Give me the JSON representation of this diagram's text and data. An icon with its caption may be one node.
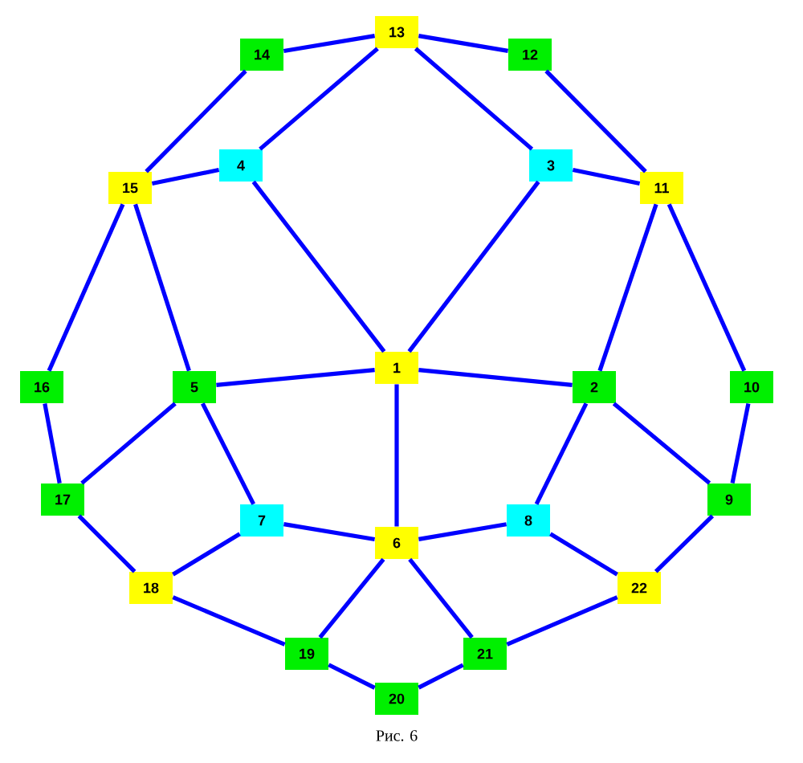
{
  "diagram": {
    "caption": "Рис. 6",
    "nodes": [
      {
        "text": [
          "13"
        ]
      },
      {
        "text": [
          "14"
        ]
      },
      {
        "text": [
          "12"
        ]
      },
      {
        "text": [
          "4"
        ]
      },
      {
        "text": [
          "3"
        ]
      },
      {
        "text": [
          "15"
        ]
      },
      {
        "text": [
          "11"
        ]
      },
      {
        "text": [
          "16"
        ]
      },
      {
        "text": [
          "5"
        ]
      },
      {
        "text": [
          "1"
        ]
      },
      {
        "text": [
          "2"
        ]
      },
      {
        "text": [
          "10"
        ]
      },
      {
        "text": [
          "17"
        ]
      },
      {
        "text": [
          "7"
        ]
      },
      {
        "text": [
          "6"
        ]
      },
      {
        "text": [
          "8"
        ]
      },
      {
        "text": [
          "9"
        ]
      },
      {
        "text": [
          "18"
        ]
      },
      {
        "text": [
          "22"
        ]
      },
      {
        "text": [
          "19"
        ]
      },
      {
        "text": [
          "21"
        ]
      },
      {
        "text": [
          "20"
        ]
      }
    ],
    "edges": [
      {
        "from": 0,
        "to": 1,
        "arrow": "none"
      },
      {
        "from": 0,
        "to": 2,
        "arrow": "none"
      },
      {
        "from": 0,
        "to": 3,
        "arrow": "none"
      },
      {
        "from": 0,
        "to": 4,
        "arrow": "none"
      },
      {
        "from": 1,
        "to": 5,
        "arrow": "none"
      },
      {
        "from": 2,
        "to": 6,
        "arrow": "none"
      },
      {
        "from": 5,
        "to": 3,
        "arrow": "none"
      },
      {
        "from": 4,
        "to": 6,
        "arrow": "none"
      },
      {
        "from": 3,
        "to": 9,
        "arrow": "none"
      },
      {
        "from": 4,
        "to": 9,
        "arrow": "none"
      },
      {
        "from": 5,
        "to": 7,
        "arrow": "none"
      },
      {
        "from": 5,
        "to": 8,
        "arrow": "none"
      },
      {
        "from": 6,
        "to": 10,
        "arrow": "none"
      },
      {
        "from": 6,
        "to": 11,
        "arrow": "none"
      },
      {
        "from": 9,
        "to": 8,
        "arrow": "none"
      },
      {
        "from": 9,
        "to": 10,
        "arrow": "none"
      },
      {
        "from": 9,
        "to": 14,
        "arrow": "none"
      },
      {
        "from": 8,
        "to": 12,
        "arrow": "none"
      },
      {
        "from": 8,
        "to": 13,
        "arrow": "none"
      },
      {
        "from": 7,
        "to": 12,
        "arrow": "none"
      },
      {
        "from": 10,
        "to": 15,
        "arrow": "none"
      },
      {
        "from": 10,
        "to": 16,
        "arrow": "none"
      },
      {
        "from": 11,
        "to": 16,
        "arrow": "none"
      },
      {
        "from": 12,
        "to": 17,
        "arrow": "none"
      },
      {
        "from": 13,
        "to": 17,
        "arrow": "none"
      },
      {
        "from": 13,
        "to": 14,
        "arrow": "none"
      },
      {
        "from": 15,
        "to": 14,
        "arrow": "none"
      },
      {
        "from": 15,
        "to": 18,
        "arrow": "none"
      },
      {
        "from": 16,
        "to": 18,
        "arrow": "none"
      },
      {
        "from": 17,
        "to": 19,
        "arrow": "none"
      },
      {
        "from": 14,
        "to": 19,
        "arrow": "none"
      },
      {
        "from": 14,
        "to": 20,
        "arrow": "none"
      },
      {
        "from": 19,
        "to": 21,
        "arrow": "none"
      },
      {
        "from": 21,
        "to": 20,
        "arrow": "none"
      },
      {
        "from": 20,
        "to": 18,
        "arrow": "none"
      }
    ]
  }
}
